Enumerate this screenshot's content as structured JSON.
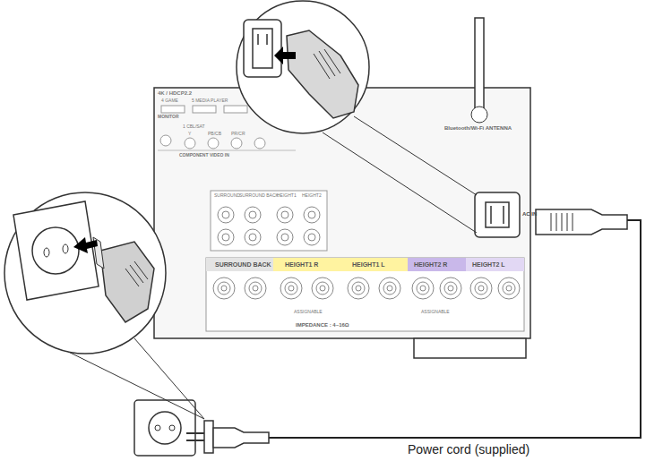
{
  "diagram": {
    "labels": [
      "Power cord (supplied)",
      "AC IN",
      "Bluetooth/Wi-Fi ANTENNA",
      "4K / HDCP2.2",
      "4 GAME",
      "5 MEDIA PLAYER",
      "MONITOR",
      "1 CBL/SAT",
      "Y",
      "PB/CB",
      "PR/CR",
      "COMPONENT VIDEO IN",
      "SURROUND",
      "SURROUND BACK",
      "HEIGHT1",
      "HEIGHT2",
      "SURROUND BACK",
      "HEIGHT1 R",
      "HEIGHT1 L",
      "HEIGHT2 R",
      "HEIGHT2 L",
      "ASSIGNABLE",
      "ASSIGNABLE",
      "IMPEDANCE : 4~16Ω"
    ]
  }
}
